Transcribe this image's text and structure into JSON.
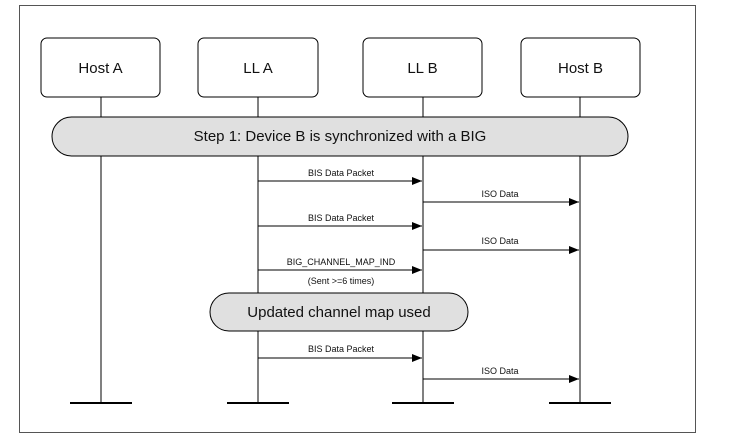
{
  "participants": [
    {
      "id": "hostA",
      "label": "Host A"
    },
    {
      "id": "llA",
      "label": "LL A"
    },
    {
      "id": "llB",
      "label": "LL B"
    },
    {
      "id": "hostB",
      "label": "Host B"
    }
  ],
  "steps": {
    "step1": "Step 1: Device B is synchronized with a BIG",
    "updated": "Updated channel map used"
  },
  "messages": [
    {
      "label": "BIS Data Packet",
      "from": "llA",
      "to": "llB"
    },
    {
      "label": "ISO Data",
      "from": "llB",
      "to": "hostB"
    },
    {
      "label": "BIS Data Packet",
      "from": "llA",
      "to": "llB"
    },
    {
      "label": "ISO Data",
      "from": "llB",
      "to": "hostB"
    },
    {
      "label": "BIG_CHANNEL_MAP_IND",
      "note": "(Sent >=6 times)",
      "from": "llA",
      "to": "llB"
    },
    {
      "label": "BIS Data Packet",
      "from": "llA",
      "to": "llB"
    },
    {
      "label": "ISO Data",
      "from": "llB",
      "to": "hostB"
    }
  ]
}
